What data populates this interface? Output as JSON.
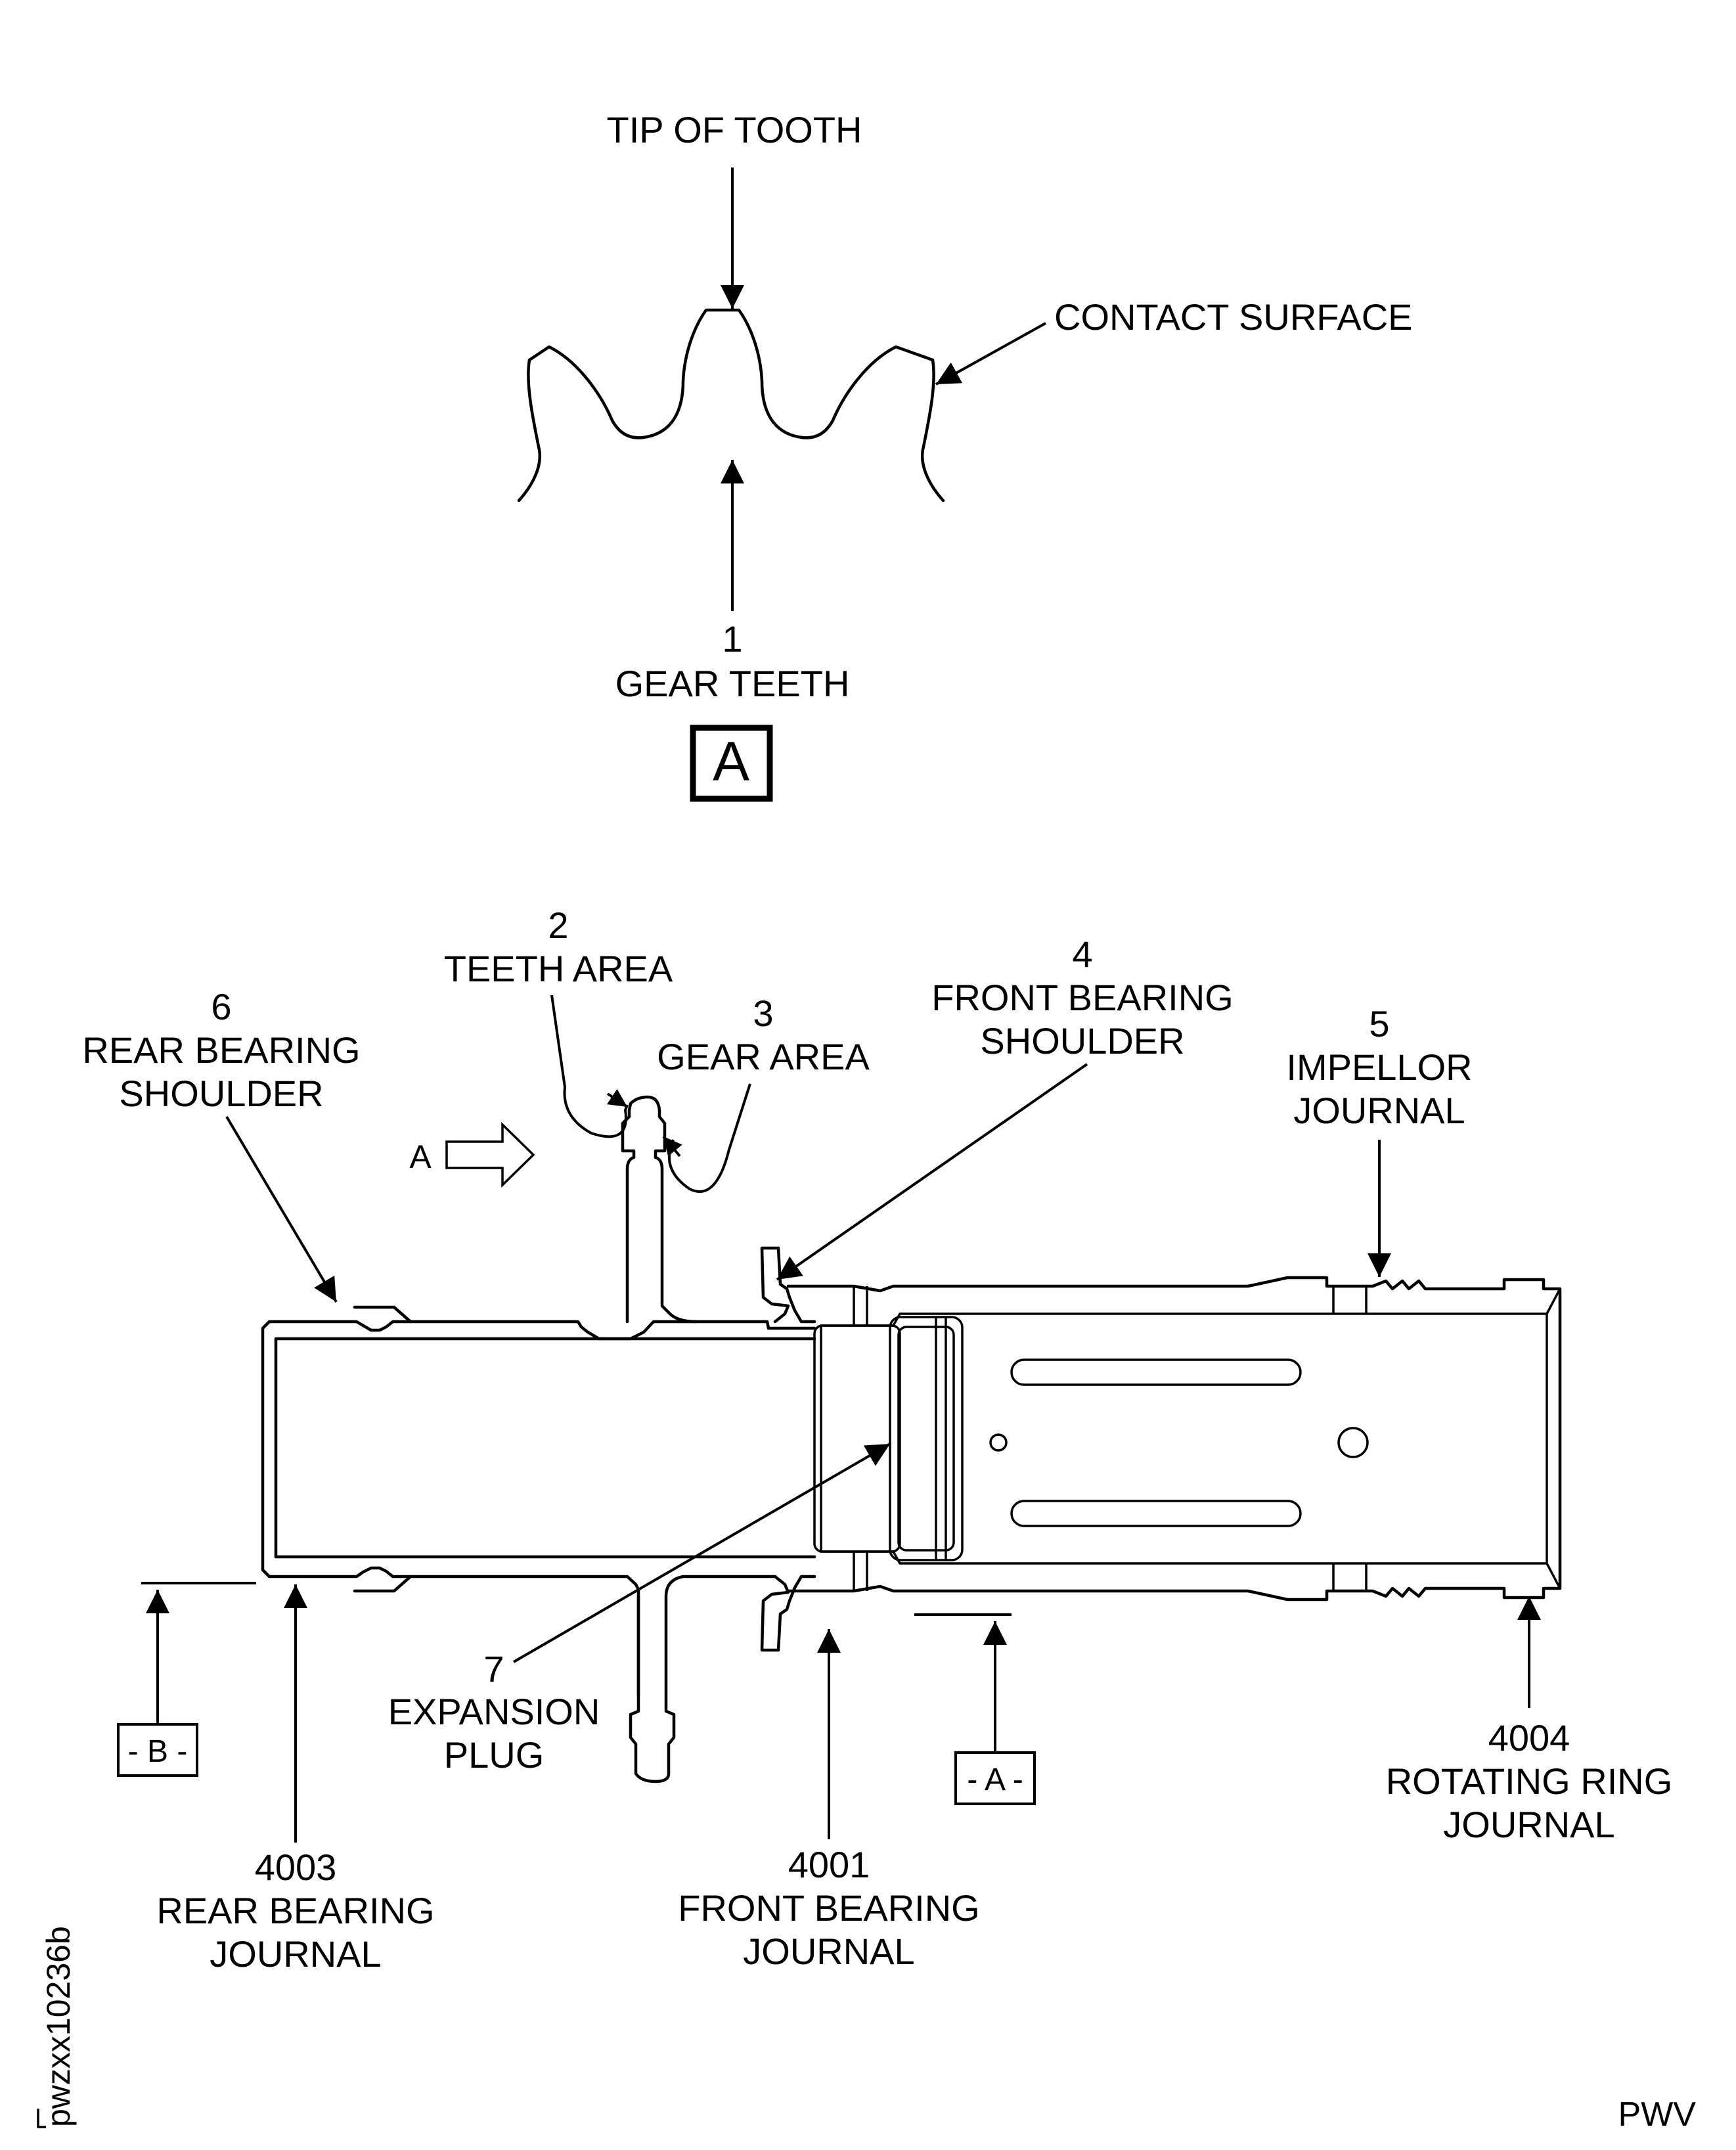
{
  "view_a": {
    "tip_label": "TIP OF TOOTH",
    "contact_label": "CONTACT SURFACE",
    "gear_teeth_num": "1",
    "gear_teeth_label": "GEAR TEETH",
    "view_letter": "A"
  },
  "callouts": {
    "teeth_area": {
      "num": "2",
      "label": "TEETH AREA"
    },
    "gear_area": {
      "num": "3",
      "label": "GEAR AREA"
    },
    "front_shoulder": {
      "num": "4",
      "line1": "FRONT BEARING",
      "line2": "SHOULDER"
    },
    "impellor": {
      "num": "5",
      "line1": "IMPELLOR",
      "line2": "JOURNAL"
    },
    "rear_shoulder": {
      "num": "6",
      "line1": "REAR BEARING",
      "line2": "SHOULDER"
    },
    "expansion_plug": {
      "num": "7",
      "line1": "EXPANSION",
      "line2": "PLUG"
    },
    "rear_journal": {
      "num": "4003",
      "line1": "REAR BEARING",
      "line2": "JOURNAL"
    },
    "front_journal": {
      "num": "4001",
      "line1": "FRONT BEARING",
      "line2": "JOURNAL"
    },
    "rotating_ring": {
      "num": "4004",
      "line1": "ROTATING RING",
      "line2": "JOURNAL"
    }
  },
  "view_arrow_label": "A",
  "datum_b": "- B -",
  "datum_a": "- A -",
  "figure_id": "pwzxx10236b",
  "corner_mark": "PWV"
}
